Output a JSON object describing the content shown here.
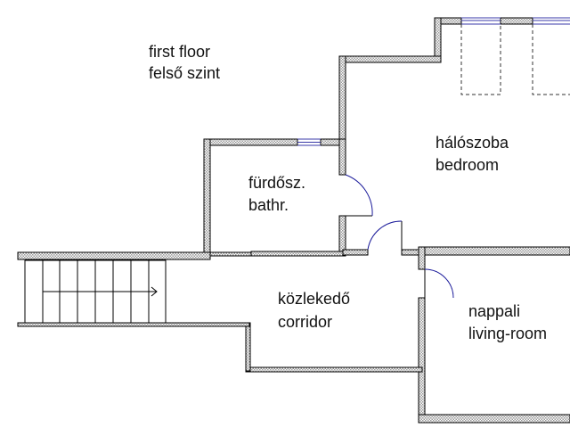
{
  "colors": {
    "wall_outline": "#000000",
    "wall_fill": "#cfcfcf",
    "door_swing": "#1a1a9a",
    "window_glass": "#3a3aa8",
    "dashed": "#333333"
  },
  "labels": {
    "floor_en": "first floor",
    "floor_hu": "felső szint",
    "bedroom_hu": "hálószoba",
    "bedroom_en": "bedroom",
    "bathroom_hu": "fürdősz.",
    "bathroom_en": "bathr.",
    "corridor_hu": "közlekedő",
    "corridor_en": "corridor",
    "living_hu": "nappali",
    "living_en": "living-room"
  }
}
